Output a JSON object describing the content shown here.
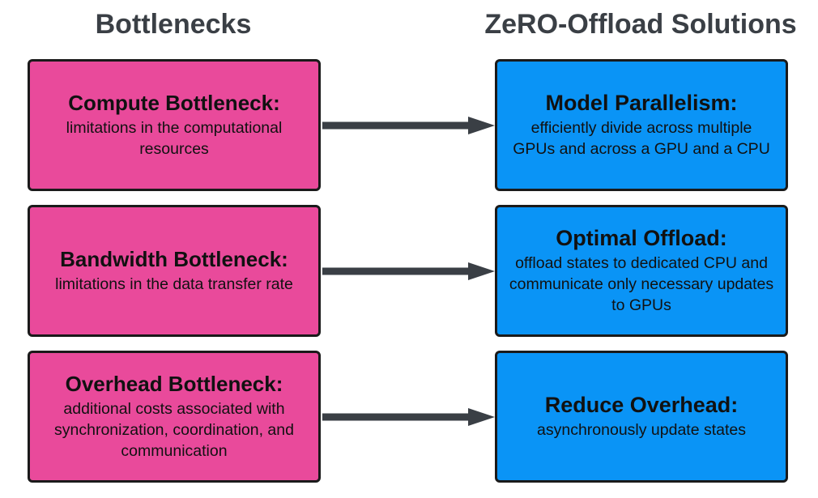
{
  "headers": {
    "left": "Bottlenecks",
    "right": "ZeRO-Offload Solutions"
  },
  "rows": [
    {
      "bottleneck": {
        "title": "Compute Bottleneck:",
        "desc": "limitations in the computational resources"
      },
      "solution": {
        "title": "Model Parallelism:",
        "desc": "efficiently divide across multiple GPUs and across a GPU and a CPU"
      }
    },
    {
      "bottleneck": {
        "title": "Bandwidth Bottleneck:",
        "desc": "limitations in the data transfer rate"
      },
      "solution": {
        "title": "Optimal Offload:",
        "desc": "offload states to dedicated CPU and communicate only necessary updates to GPUs"
      }
    },
    {
      "bottleneck": {
        "title": "Overhead Bottleneck:",
        "desc": "additional costs associated with synchronization, coordination, and communication"
      },
      "solution": {
        "title": "Reduce Overhead:",
        "desc": "asynchronously update states"
      }
    }
  ],
  "colors": {
    "bottleneck_fill": "#e94a9b",
    "solution_fill": "#0a94f6",
    "arrow": "#3a3f45",
    "header_text": "#3a3f45"
  }
}
